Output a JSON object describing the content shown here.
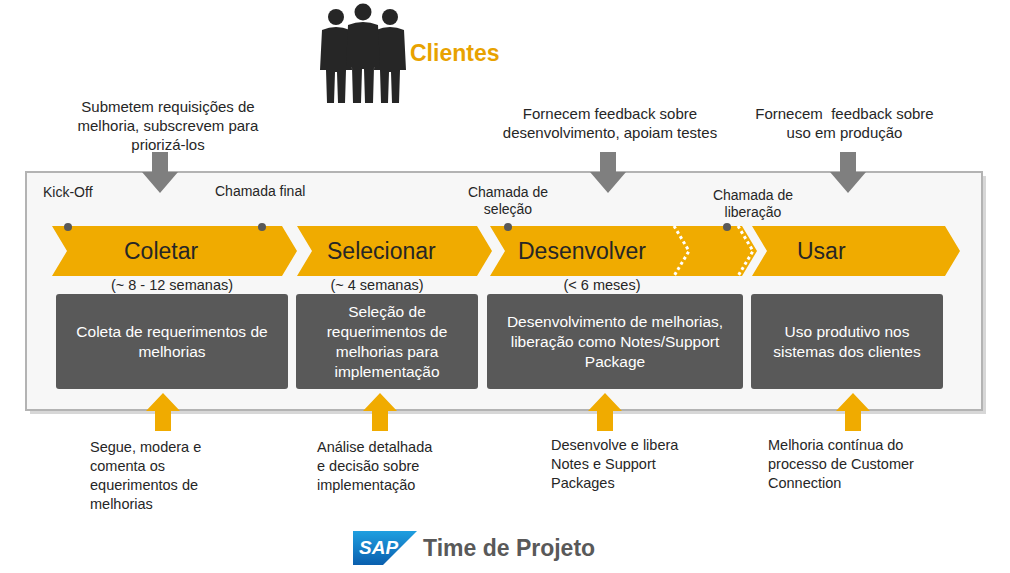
{
  "diagram": {
    "title": "Clientes",
    "caption": "Time de Projeto",
    "nodes": [
      {
        "text": [
          "Coletar"
        ]
      },
      {
        "text": [
          "Selecionar"
        ]
      },
      {
        "text": [
          "Desenvolver"
        ]
      },
      {
        "text": [
          "Usar"
        ]
      },
      {
        "text": [
          "Coleta de requerimentos de melhorias"
        ]
      },
      {
        "text": [
          "Seleção de requerimentos de melhorias para implementação"
        ]
      },
      {
        "text": [
          "Desenvolvimento de melhorias, liberação como Notes/Support Package"
        ]
      },
      {
        "text": [
          "Uso produtivo nos sistemas dos clientes"
        ]
      },
      {
        "text": [
          "SAP"
        ]
      }
    ],
    "labels": [
      "Submetem requisições de melhoria, subscrevem para priorizá-los",
      "Fornecem feedback sobre desenvolvimento, apoiam testes",
      "Fornecem  feedback sobre uso em produção",
      "Kick-Off",
      "Chamada final",
      "Chamada de seleção",
      "Chamada de liberação",
      "(~ 8 - 12 semanas)",
      "(~ 4 semanas)",
      "(< 6 meses)",
      "Segue, modera e comenta os equerimentos de melhorias",
      "Análise detalhada e decisão sobre implementação",
      "Desenvolve e libera Notes e Support Packages",
      "Melhoria contínua do processo de Customer Connection"
    ]
  }
}
